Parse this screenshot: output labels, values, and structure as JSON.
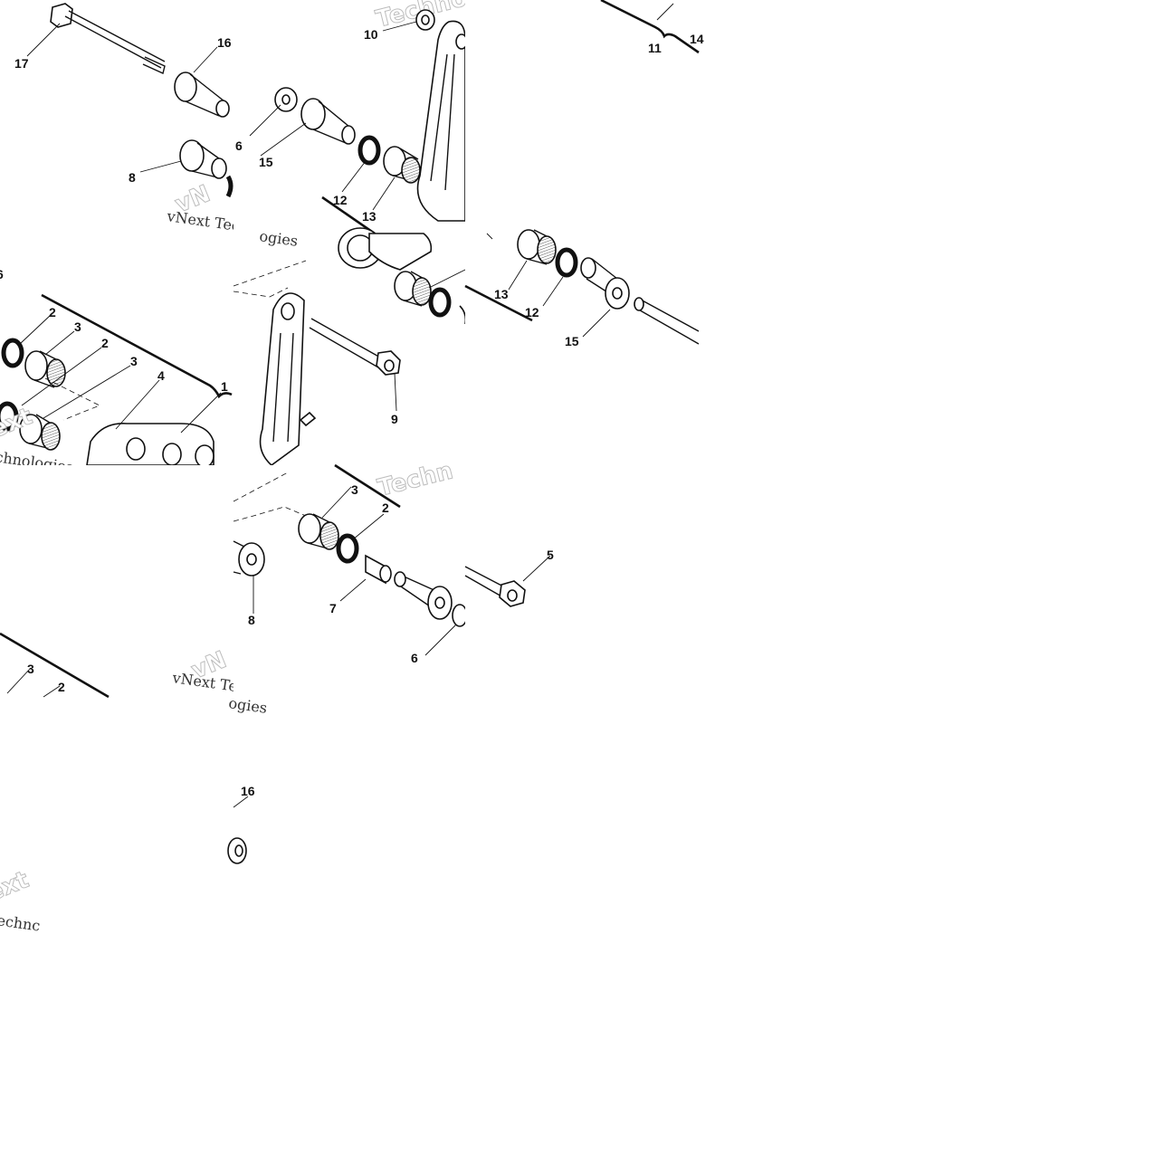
{
  "diagram": {
    "callouts": {
      "t00": [
        "17",
        "16",
        "8",
        "6",
        "15"
      ],
      "t01": [
        "10",
        "6",
        "15",
        "12",
        "13"
      ],
      "t02": [
        "11",
        "14"
      ],
      "t10": [
        "6",
        "2",
        "3",
        "2",
        "3",
        "4",
        "1"
      ],
      "t11": [
        "4",
        "9"
      ],
      "t12": [
        "13",
        "12",
        "15"
      ],
      "t20": [
        "3",
        "2"
      ],
      "t21": [
        "3",
        "2",
        "8",
        "7",
        "6",
        "16"
      ],
      "t22": [
        "5"
      ]
    },
    "watermark": {
      "brand_short": "vNext Tec",
      "brand_short2": "vNext Te",
      "brand_frag1": "Techno",
      "brand_frag2": "Techn",
      "brand_frag3": "chnologies",
      "brand_frag4": "echnc",
      "brand_frag5": "ogies",
      "brand_frag6": "vN",
      "brand_frag7": "ext"
    }
  }
}
